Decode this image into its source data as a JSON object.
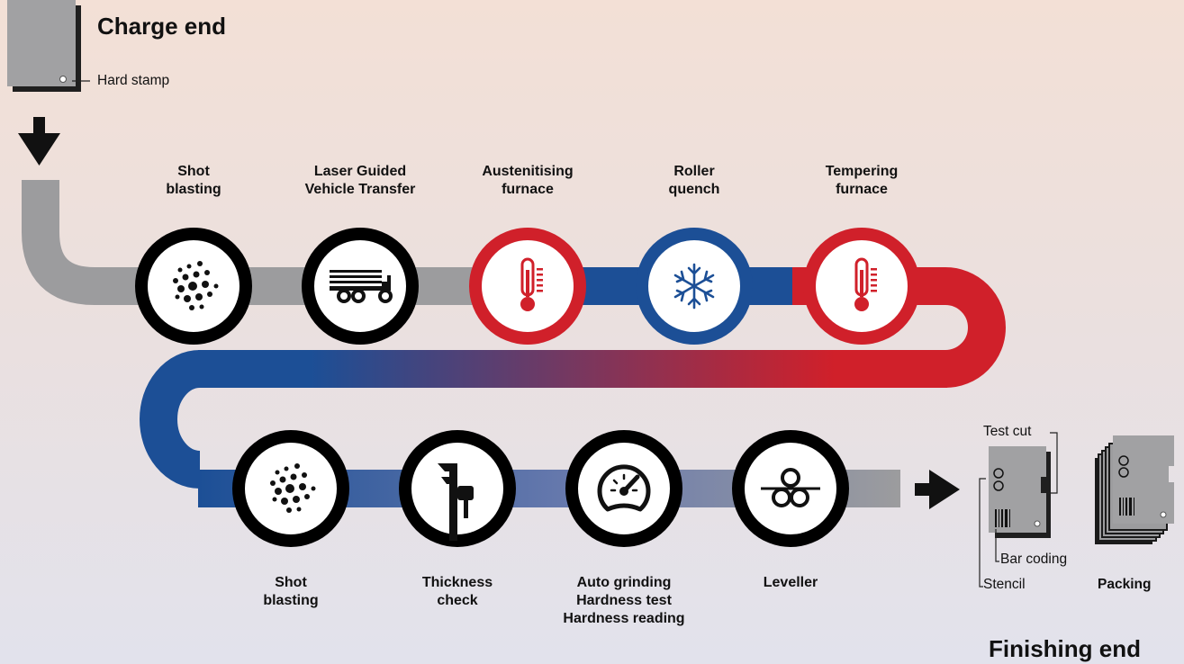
{
  "charge_end": {
    "title": "Charge end",
    "hard_stamp": "Hard stamp"
  },
  "finishing_end": {
    "title": "Finishing end",
    "test_cut": "Test cut",
    "bar_coding": "Bar coding",
    "stencil": "Stencil",
    "packing": "Packing"
  },
  "top_stages": [
    {
      "label": "Shot\nblasting",
      "icon": "particles-icon"
    },
    {
      "label": "Laser Guided\nVehicle Transfer",
      "icon": "vehicle-icon"
    },
    {
      "label": "Austenitising\nfurnace",
      "icon": "thermometer-icon"
    },
    {
      "label": "Roller\nquench",
      "icon": "snowflake-icon"
    },
    {
      "label": "Tempering\nfurnace",
      "icon": "thermometer-icon"
    }
  ],
  "bottom_stages": [
    {
      "label": "Shot\nblasting",
      "icon": "particles-icon"
    },
    {
      "label": "Thickness\ncheck",
      "icon": "caliper-icon"
    },
    {
      "label": "Auto grinding\nHardness test\nHardness reading",
      "icon": "gauge-icon"
    },
    {
      "label": "Leveller",
      "icon": "rollers-icon"
    }
  ],
  "colors": {
    "gray": "#9c9c9e",
    "red": "#d0202a",
    "blue": "#1c4f96",
    "ring": "#000000"
  }
}
